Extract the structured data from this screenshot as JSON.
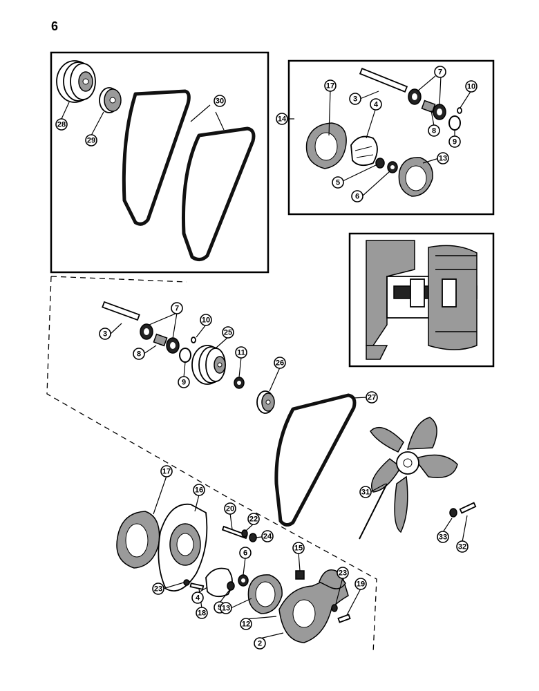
{
  "page": {
    "number": "6"
  },
  "callouts": [
    {
      "id": "c28",
      "label": "28"
    },
    {
      "id": "c29",
      "label": "29"
    },
    {
      "id": "c30",
      "label": "30"
    },
    {
      "id": "c17a",
      "label": "17"
    },
    {
      "id": "c3a",
      "label": "3"
    },
    {
      "id": "c7a",
      "label": "7"
    },
    {
      "id": "c10a",
      "label": "10"
    },
    {
      "id": "c14",
      "label": "14"
    },
    {
      "id": "c4a",
      "label": "4"
    },
    {
      "id": "c8a",
      "label": "8"
    },
    {
      "id": "c9a",
      "label": "9"
    },
    {
      "id": "c13a",
      "label": "13"
    },
    {
      "id": "c5a",
      "label": "5"
    },
    {
      "id": "c6a",
      "label": "6"
    },
    {
      "id": "c3b",
      "label": "3"
    },
    {
      "id": "c7b",
      "label": "7"
    },
    {
      "id": "c10b",
      "label": "10"
    },
    {
      "id": "c25",
      "label": "25"
    },
    {
      "id": "c8b",
      "label": "8"
    },
    {
      "id": "c11",
      "label": "11"
    },
    {
      "id": "c9b",
      "label": "9"
    },
    {
      "id": "c26",
      "label": "26"
    },
    {
      "id": "c27",
      "label": "27"
    },
    {
      "id": "c31",
      "label": "31"
    },
    {
      "id": "c33",
      "label": "33"
    },
    {
      "id": "c32",
      "label": "32"
    },
    {
      "id": "c17b",
      "label": "17"
    },
    {
      "id": "c16",
      "label": "16"
    },
    {
      "id": "c20",
      "label": "20"
    },
    {
      "id": "c22",
      "label": "22"
    },
    {
      "id": "c24",
      "label": "24"
    },
    {
      "id": "c6b",
      "label": "6"
    },
    {
      "id": "c15",
      "label": "15"
    },
    {
      "id": "c23a",
      "label": "23"
    },
    {
      "id": "c23b",
      "label": "23"
    },
    {
      "id": "c19",
      "label": "19"
    },
    {
      "id": "c4b",
      "label": "4"
    },
    {
      "id": "c5b",
      "label": "5"
    },
    {
      "id": "c18",
      "label": "18"
    },
    {
      "id": "c13b",
      "label": "13"
    },
    {
      "id": "c12",
      "label": "12"
    },
    {
      "id": "c2",
      "label": "2"
    }
  ]
}
